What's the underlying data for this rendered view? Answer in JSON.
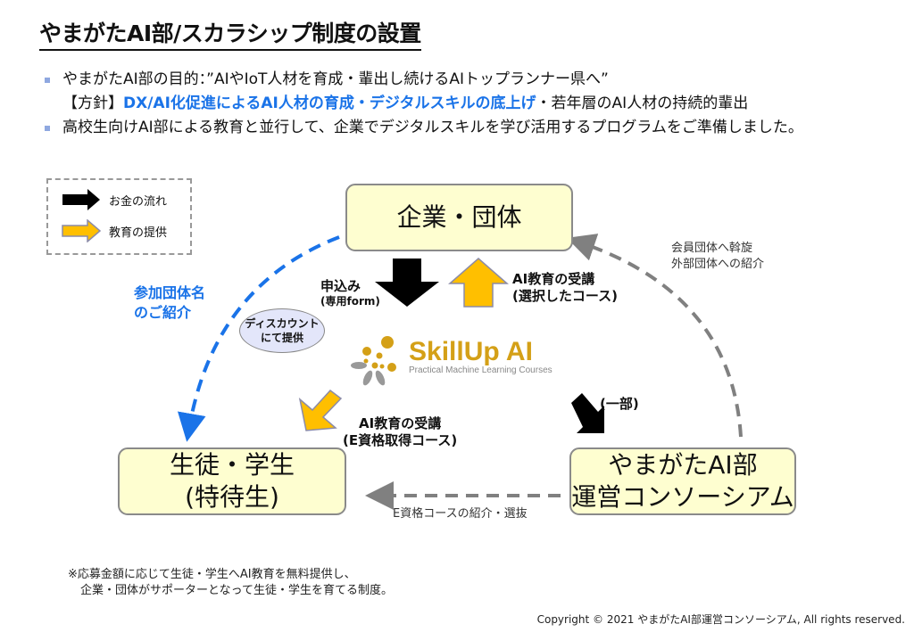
{
  "title": "やまがたAI部/スカラシップ制度の設置",
  "bullets": {
    "item1": "やまがたAI部の目的：”AIやIoT人材を育成・輩出し続けるAIトップランナー県へ”",
    "policy_prefix": "【方針】",
    "policy_highlight": "DX/AI化促進によるAI人材の育成・デジタルスキルの底上げ",
    "policy_suffix": "・若年層のAI人材の持続的輩出",
    "item2": "高校生向けAI部による教育と並行して、企業でデジタルスキルを学び活用するプログラムをご準備しました。"
  },
  "legend": {
    "money_flow": "お金の流れ",
    "education": "教育の提供"
  },
  "nodes": {
    "company": "企業・団体",
    "student_line1": "生徒・学生",
    "student_line2": "(特待生)",
    "consortium_line1": "やまがたAI部",
    "consortium_line2": "運営コンソーシアム"
  },
  "labels": {
    "apply_line1": "申込み",
    "apply_line2": "(専用form)",
    "ai_course_line1": "AI教育の受講",
    "ai_course_line2": "(選択したコース)",
    "member_line1": "会員団体へ斡旋",
    "member_line2": "外部団体への紹介",
    "intro_line1": "参加団体名",
    "intro_line2": "のご紹介",
    "discount_line1": "ディスカウント",
    "discount_line2": "にて提供",
    "e_course_line1": "AI教育の受講",
    "e_course_line2": "(E資格取得コース)",
    "partial": "(一部)",
    "e_intro": "E資格コースの紹介・選抜"
  },
  "logo": {
    "name": "SkillUp AI",
    "tagline": "Practical Machine Learning Courses"
  },
  "note": {
    "line1": "※応募金額に応じて生徒・学生へAI教育を無料提供し、",
    "line2": "企業・団体がサポーターとなって生徒・学生を育てる制度。"
  },
  "copyright": "Copyright © 2021 やまがたAI部運営コンソーシアム, All rights reserved.",
  "colors": {
    "accent_blue": "#1a73e8",
    "node_fill": "#fefed0",
    "education_arrow": "#ffbf00",
    "money_arrow": "#000000",
    "dashed_gray": "#808080",
    "logo_gold": "#d4a017"
  }
}
